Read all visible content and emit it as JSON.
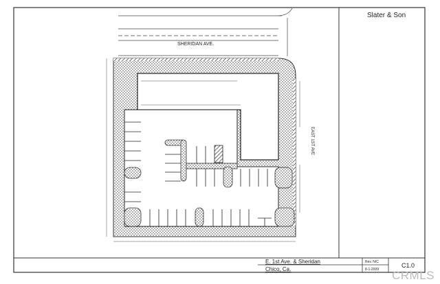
{
  "firm_name": "Slater & Son",
  "streets": {
    "north": "SHERIDAN AVE.",
    "east": "EAST 1ST AVE"
  },
  "title_block": {
    "project_line1": "E. 1st Ave. & Sheridan",
    "project_line2": "Chico, Ca.",
    "revision": "Rev. N/C",
    "date": "8-1-2009",
    "sheet": "C1.0"
  },
  "watermark": "CRMLS",
  "colors": {
    "ink": "#222222",
    "paper": "#ffffff"
  }
}
